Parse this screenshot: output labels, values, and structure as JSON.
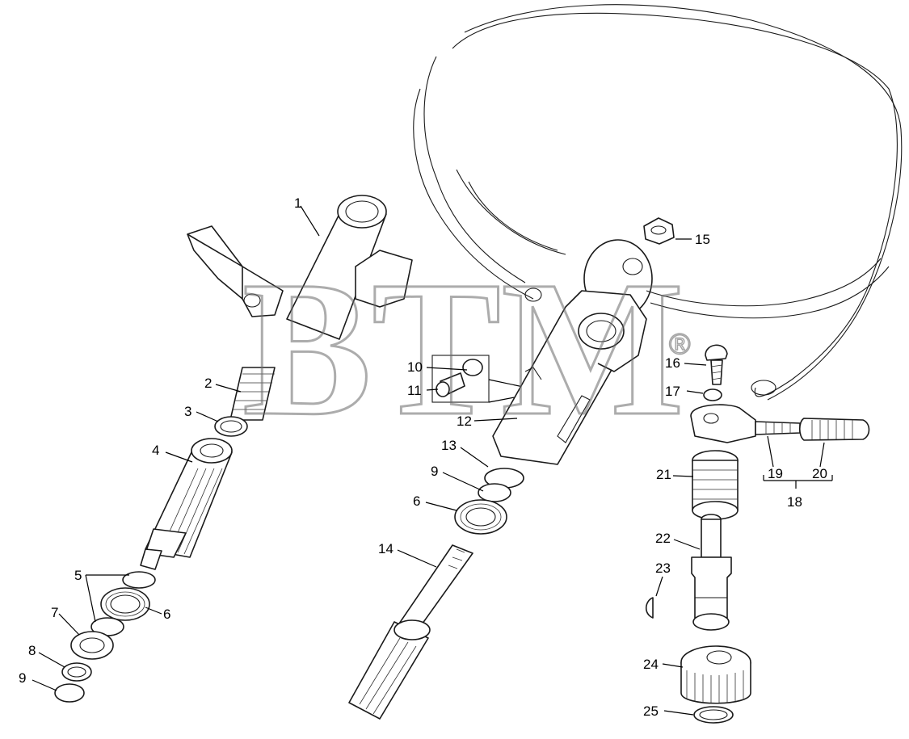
{
  "watermark": {
    "text": "BTM",
    "mark": "®"
  },
  "callouts": [
    {
      "id": "c1",
      "label": "1"
    },
    {
      "id": "c2",
      "label": "2"
    },
    {
      "id": "c3",
      "label": "3"
    },
    {
      "id": "c4",
      "label": "4"
    },
    {
      "id": "c5",
      "label": "5"
    },
    {
      "id": "c6a",
      "label": "6"
    },
    {
      "id": "c6b",
      "label": "6"
    },
    {
      "id": "c7",
      "label": "7"
    },
    {
      "id": "c8",
      "label": "8"
    },
    {
      "id": "c9a",
      "label": "9"
    },
    {
      "id": "c9b",
      "label": "9"
    },
    {
      "id": "c10",
      "label": "10"
    },
    {
      "id": "c11",
      "label": "11"
    },
    {
      "id": "c12",
      "label": "12"
    },
    {
      "id": "c13",
      "label": "13"
    },
    {
      "id": "c14",
      "label": "14"
    },
    {
      "id": "c15",
      "label": "15"
    },
    {
      "id": "c16",
      "label": "16"
    },
    {
      "id": "c17",
      "label": "17"
    },
    {
      "id": "c18",
      "label": "18"
    },
    {
      "id": "c19",
      "label": "19"
    },
    {
      "id": "c20",
      "label": "20"
    },
    {
      "id": "c21",
      "label": "21"
    },
    {
      "id": "c22",
      "label": "22"
    },
    {
      "id": "c23",
      "label": "23"
    },
    {
      "id": "c24",
      "label": "24"
    },
    {
      "id": "c25",
      "label": "25"
    }
  ]
}
